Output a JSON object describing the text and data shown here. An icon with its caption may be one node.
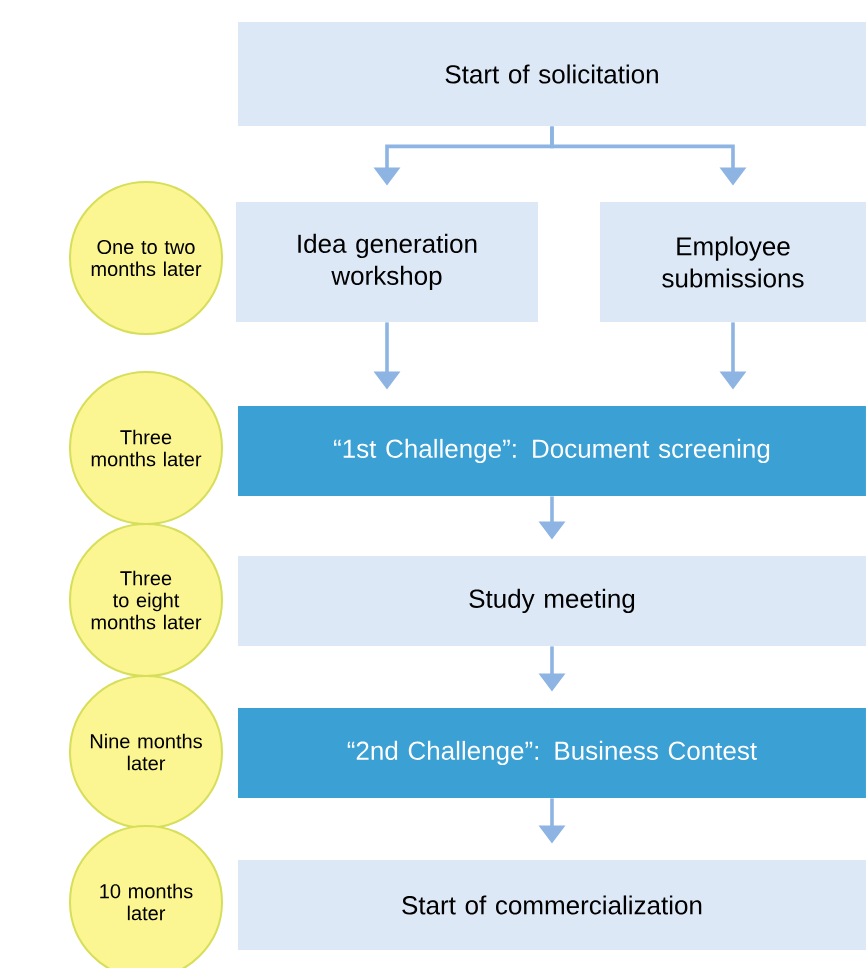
{
  "diagram": {
    "nodes": [
      {
        "text": [
          "Start of solicitation"
        ]
      },
      {
        "text": [
          "One to two months later"
        ]
      },
      {
        "text": [
          "Idea generation workshop"
        ]
      },
      {
        "text": [
          "Employee submissions"
        ]
      },
      {
        "text": [
          "Three months later"
        ]
      },
      {
        "text": [
          "“1st Challenge”: Document screening"
        ]
      },
      {
        "text": [
          "Three to eight months later"
        ]
      },
      {
        "text": [
          "Study meeting"
        ]
      },
      {
        "text": [
          "Nine months later"
        ]
      },
      {
        "text": [
          "“2nd Challenge”: Business Contest"
        ]
      },
      {
        "text": [
          "10 months later"
        ]
      },
      {
        "text": [
          "Start of commercialization"
        ]
      }
    ],
    "edges": [
      {
        "from": 0,
        "to": 2,
        "arrow": "to"
      },
      {
        "from": 0,
        "to": 3,
        "arrow": "to"
      },
      {
        "from": 2,
        "to": 5,
        "arrow": "to"
      },
      {
        "from": 3,
        "to": 5,
        "arrow": "to"
      },
      {
        "from": 5,
        "to": 7,
        "arrow": "to"
      },
      {
        "from": 7,
        "to": 9,
        "arrow": "to"
      },
      {
        "from": 9,
        "to": 11,
        "arrow": "to"
      }
    ]
  }
}
